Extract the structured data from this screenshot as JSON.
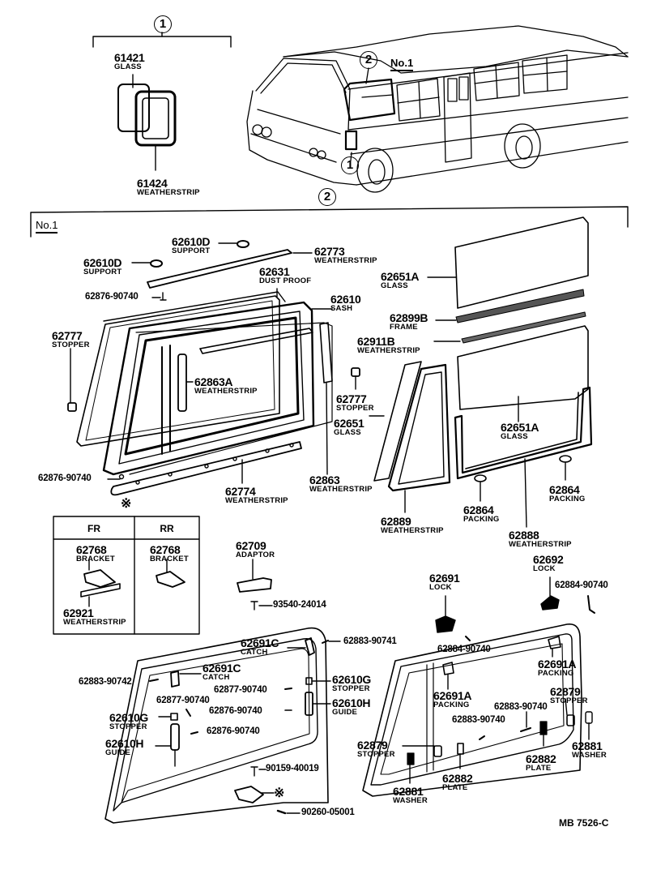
{
  "diagram": {
    "type": "parts-exploded-view",
    "subject": "Van side window parts",
    "drawing_code": "MB 7526-C",
    "section_markers": {
      "ref1": "1",
      "ref2": "2",
      "section_title": "No.1",
      "van_callout": "No.1"
    },
    "special_mark": "※",
    "group1": [
      {
        "part_no": "61421",
        "name": "GLASS"
      },
      {
        "part_no": "61424",
        "name": "WEATHERSTRIP"
      }
    ],
    "no1_parts": [
      {
        "part_no": "62610D",
        "name": "SUPPORT"
      },
      {
        "part_no": "62610D",
        "name": "SUPPORT"
      },
      {
        "part_no": "62773",
        "name": "WEATHERSTRIP"
      },
      {
        "part_no": "62631",
        "name": "DUST PROOF"
      },
      {
        "part_no": "62876-90740",
        "name": ""
      },
      {
        "part_no": "62610",
        "name": "SASH"
      },
      {
        "part_no": "62777",
        "name": "STOPPER"
      },
      {
        "part_no": "62863A",
        "name": "WEATHERSTRIP"
      },
      {
        "part_no": "62876-90740",
        "name": ""
      },
      {
        "part_no": "62774",
        "name": "WEATHERSTRIP"
      },
      {
        "part_no": "62863",
        "name": "WEATHERSTRIP"
      },
      {
        "part_no": "62651A",
        "name": "GLASS"
      },
      {
        "part_no": "62899B",
        "name": "FRAME"
      },
      {
        "part_no": "62911B",
        "name": "WEATHERSTRIP"
      },
      {
        "part_no": "62777",
        "name": "STOPPER"
      },
      {
        "part_no": "62651",
        "name": "GLASS"
      },
      {
        "part_no": "62651A",
        "name": "GLASS"
      },
      {
        "part_no": "62889",
        "name": "WEATHERSTRIP"
      },
      {
        "part_no": "62864",
        "name": "PACKING"
      },
      {
        "part_no": "62864",
        "name": "PACKING"
      },
      {
        "part_no": "62888",
        "name": "WEATHERSTRIP"
      }
    ],
    "bracket_table": {
      "headers": [
        "FR",
        "RR"
      ],
      "fr": [
        {
          "part_no": "62768",
          "name": "BRACKET"
        },
        {
          "part_no": "62921",
          "name": "WEATHERSTRIP"
        }
      ],
      "rr": [
        {
          "part_no": "62768",
          "name": "BRACKET"
        }
      ]
    },
    "adaptor": [
      {
        "part_no": "62709",
        "name": "ADAPTOR"
      },
      {
        "part_no": "93540-24014",
        "name": ""
      }
    ],
    "left_frame": [
      {
        "part_no": "62691C",
        "name": "CATCH"
      },
      {
        "part_no": "62883-90741",
        "name": ""
      },
      {
        "part_no": "62691C",
        "name": "CATCH"
      },
      {
        "part_no": "62883-90742",
        "name": ""
      },
      {
        "part_no": "62610G",
        "name": "STOPPER"
      },
      {
        "part_no": "62877-90740",
        "name": ""
      },
      {
        "part_no": "62877-90740",
        "name": ""
      },
      {
        "part_no": "62610H",
        "name": "GUIDE"
      },
      {
        "part_no": "62876-90740",
        "name": ""
      },
      {
        "part_no": "62610G",
        "name": "STOPPER"
      },
      {
        "part_no": "62876-90740",
        "name": ""
      },
      {
        "part_no": "62610H",
        "name": "GUIDE"
      },
      {
        "part_no": "90159-40019",
        "name": ""
      },
      {
        "part_no": "90260-05001",
        "name": ""
      }
    ],
    "right_frame": [
      {
        "part_no": "62691",
        "name": "LOCK"
      },
      {
        "part_no": "62692",
        "name": "LOCK"
      },
      {
        "part_no": "62884-90740",
        "name": ""
      },
      {
        "part_no": "62884-90740",
        "name": ""
      },
      {
        "part_no": "62691A",
        "name": "PACKING"
      },
      {
        "part_no": "62691A",
        "name": "PACKING"
      },
      {
        "part_no": "62879",
        "name": "STOPPER"
      },
      {
        "part_no": "62883-90740",
        "name": ""
      },
      {
        "part_no": "62883-90740",
        "name": ""
      },
      {
        "part_no": "62879",
        "name": "STOPPER"
      },
      {
        "part_no": "62881",
        "name": "WASHER"
      },
      {
        "part_no": "62882",
        "name": "PLATE"
      },
      {
        "part_no": "62882",
        "name": "PLATE"
      },
      {
        "part_no": "62881",
        "name": "WASHER"
      }
    ]
  }
}
